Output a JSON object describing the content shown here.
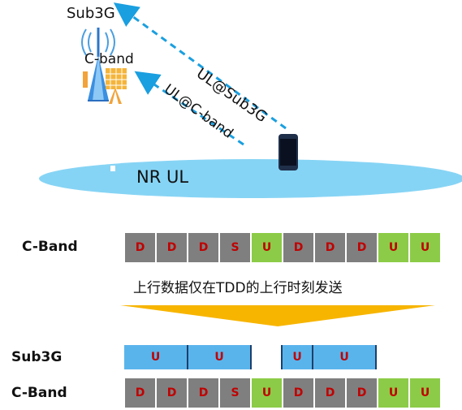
{
  "top": {
    "sub3g_label": "Sub3G",
    "cband_label": "C-band",
    "arrow1_label": "UL@Sub3G",
    "arrow2_label": "UL@C-band",
    "ground_label": "NR UL"
  },
  "cband_row": {
    "label": "C-Band",
    "slots": [
      "D",
      "D",
      "D",
      "S",
      "U",
      "D",
      "D",
      "D",
      "U",
      "U"
    ]
  },
  "caption": "上行数据仅在TDD的上行时刻发送",
  "bottom": {
    "sub3g_label": "Sub3G",
    "sub3g_slots": [
      "U",
      "U",
      "U",
      "U"
    ],
    "cband_label": "C-Band",
    "cband_slots": [
      "D",
      "D",
      "D",
      "S",
      "U",
      "D",
      "D",
      "D",
      "U",
      "U"
    ]
  },
  "colors": {
    "downlink": "#7f7f7f",
    "uplink": "#8ccb47",
    "sub3g": "#5ab4ec",
    "arrow": "#1a9fe0",
    "ground": "#86d4f5",
    "triangle": "#f7b500",
    "slot_text": "#c00000"
  }
}
